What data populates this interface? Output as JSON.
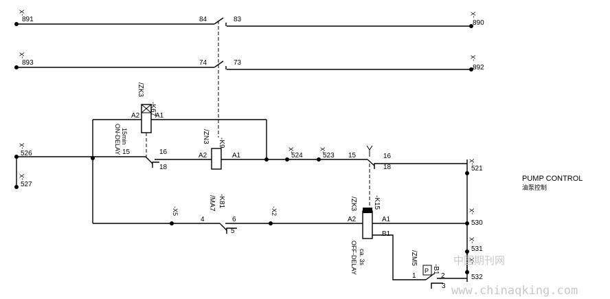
{
  "terminals": {
    "t891": "891",
    "t890": "890",
    "t893": "893",
    "t892": "892",
    "t526": "526",
    "t527": "527",
    "t524": "524",
    "t523": "523",
    "t521": "521",
    "t530": "530",
    "t531": "531",
    "t532": "532",
    "prefix": "-X"
  },
  "contacts": {
    "c84": "84",
    "c83": "83",
    "c74": "74",
    "c73": "73",
    "c15a": "15",
    "c16a": "16",
    "c18a": "18",
    "c15b": "15",
    "c16b": "16",
    "c18b": "18",
    "c4": "4",
    "c6": "6",
    "c5": "5",
    "b1_1": "1",
    "b1_2": "2",
    "b1_3": "3"
  },
  "components": {
    "k67_ref": "-K67",
    "k67_zone": "/ZK3",
    "k67_a2": "A2",
    "k67_a1": "A1",
    "k67_delay": "ON-DELAY",
    "k67_time": "15min",
    "k9_ref": "-K9",
    "k9_zone": "/ZN3",
    "k9_a2": "A2",
    "k9_a1": "A1",
    "k15_ref": "-K15",
    "k15_zone": "/ZK3",
    "k15_a2": "A2",
    "k15_a1": "A1",
    "k15_b1": "B1",
    "k15_delay": "OFF-DELAY",
    "k15_time": "ca. 3s",
    "k81_ref": "-K81",
    "k81_zone": "/MA7",
    "x5_ref": "-X5",
    "x2_ref": "-X2",
    "b1_ref": "-B1",
    "b1_zone": "/ZM5",
    "b1_p": "P"
  },
  "title": {
    "main": "PUMP CONTROL",
    "sub": "油泵控制"
  },
  "watermark": {
    "cn": "中国期刊网",
    "url": "www.chinaqking.com"
  }
}
